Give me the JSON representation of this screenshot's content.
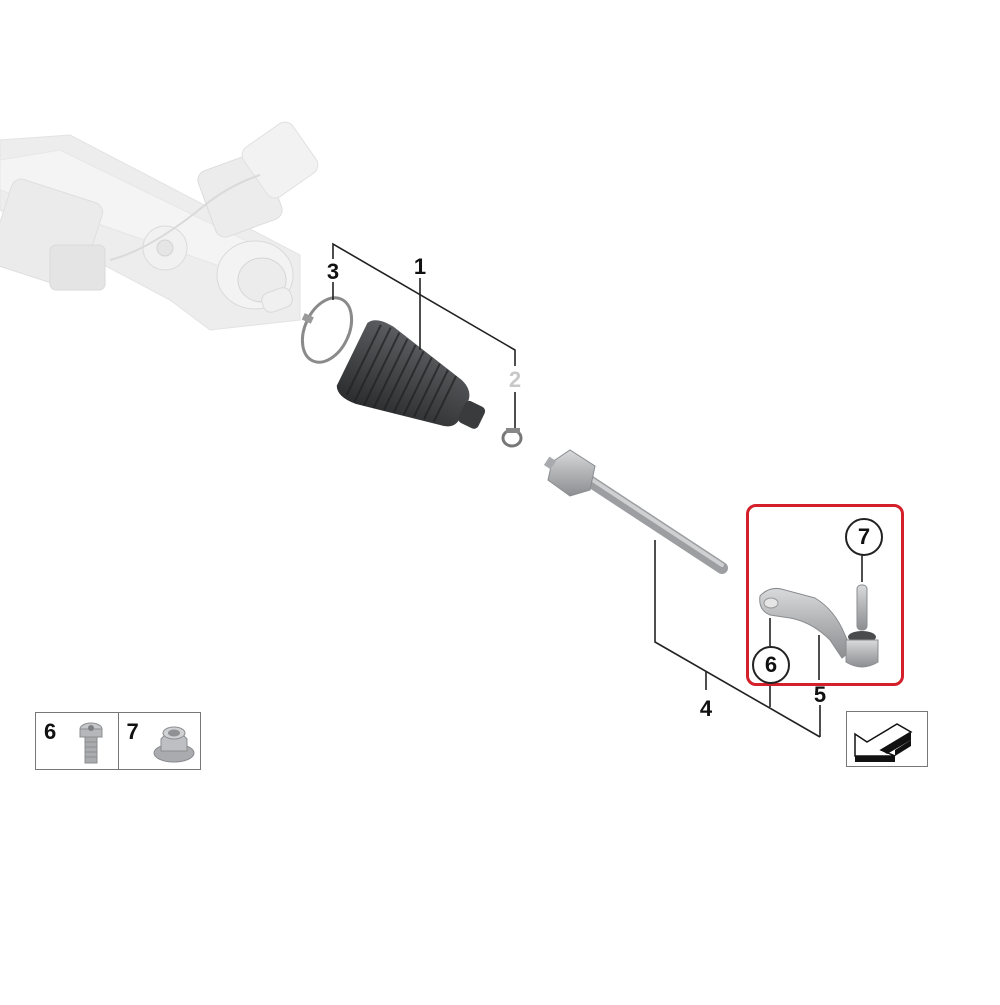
{
  "diagram": {
    "type": "exploded-parts-diagram",
    "subject": "Steering rack tie rod assembly",
    "accent_color": "#d3202a",
    "callouts": [
      {
        "id": "1",
        "label": "1",
        "part": "Bellows / steering boot",
        "style": "plain"
      },
      {
        "id": "2",
        "label": "2",
        "part": "Clamp (small)",
        "style": "ghost"
      },
      {
        "id": "3",
        "label": "3",
        "part": "Clamp (large)",
        "style": "plain"
      },
      {
        "id": "4",
        "label": "4",
        "part": "Tie rod assembly",
        "style": "plain"
      },
      {
        "id": "5",
        "label": "5",
        "part": "Tie rod end",
        "style": "plain"
      },
      {
        "id": "6",
        "label": "6",
        "part": "Bolt",
        "style": "circled"
      },
      {
        "id": "7",
        "label": "7",
        "part": "Self-locking nut",
        "style": "circled"
      }
    ],
    "highlight": {
      "label": "Highlighted tie rod end group",
      "contains": [
        "5",
        "6",
        "7"
      ]
    },
    "legend": [
      {
        "label": "6",
        "icon": "torx-bolt-icon"
      },
      {
        "label": "7",
        "icon": "flange-nut-icon"
      }
    ],
    "nav": {
      "icon": "arrow-left-down-icon"
    }
  }
}
